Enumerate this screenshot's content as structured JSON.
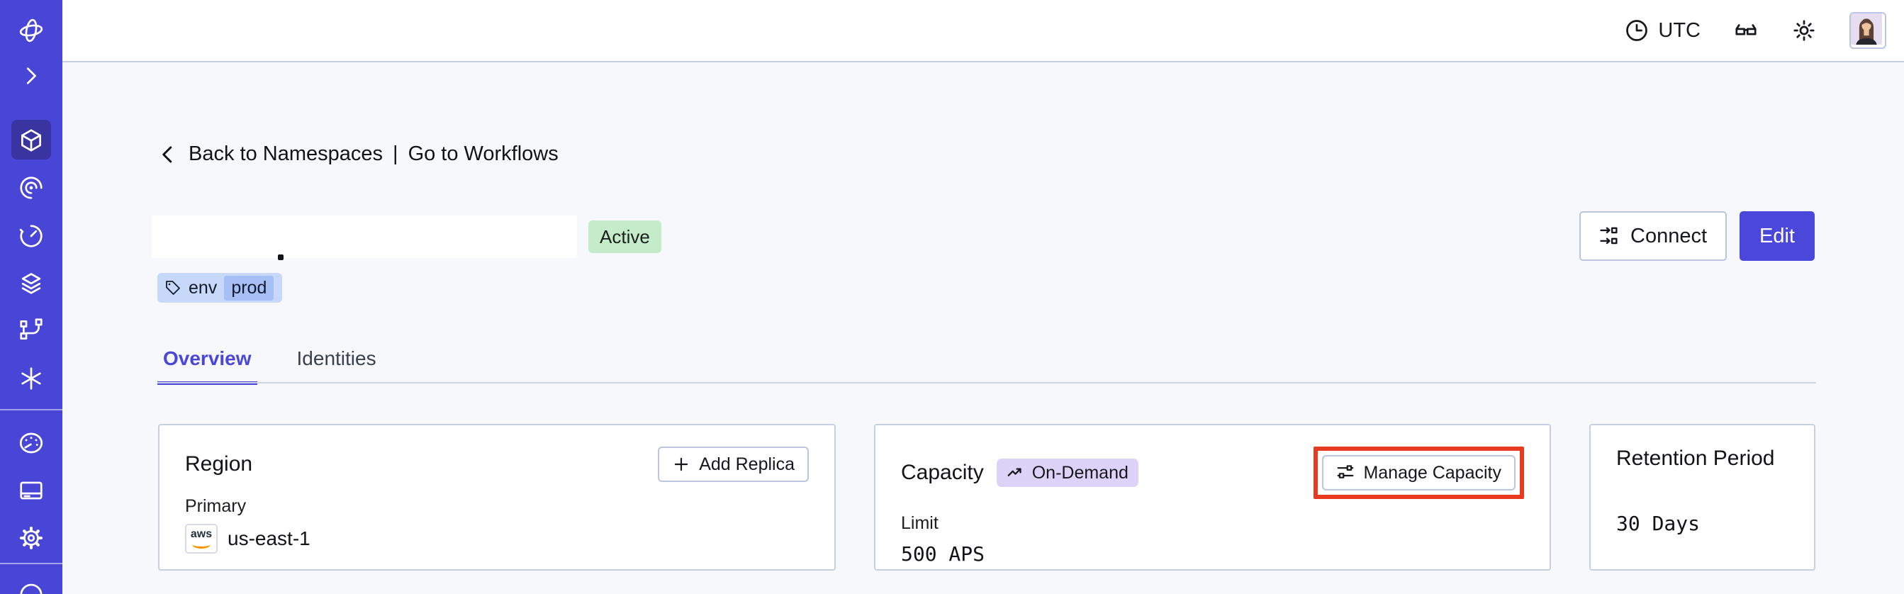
{
  "topbar": {
    "timezone": "UTC",
    "icons": [
      "clock-icon",
      "glasses-icon",
      "brightness-icon",
      "user-avatar"
    ]
  },
  "sidebar": {
    "icons": [
      "temporal-logo",
      "expand-chevron-icon",
      "namespaces-icon",
      "workflows-icon",
      "schedules-icon",
      "deployments-icon",
      "batch-operations-icon",
      "nexus-icon",
      "usage-icon",
      "billing-icon",
      "settings-icon",
      "help-icon"
    ],
    "active_item": "namespaces"
  },
  "breadcrumb": {
    "back_label": "Back to Namespaces",
    "separator": "|",
    "workflows_label": "Go to Workflows"
  },
  "header": {
    "status_badge": "Active",
    "tag": {
      "key": "env",
      "value": "prod"
    },
    "connect_button": "Connect",
    "edit_button": "Edit"
  },
  "tabs": {
    "overview": "Overview",
    "identities": "Identities"
  },
  "cards": {
    "region": {
      "title": "Region",
      "add_replica_button": "Add Replica",
      "primary_label": "Primary",
      "provider_label": "aws",
      "value": "us-east-1"
    },
    "capacity": {
      "title": "Capacity",
      "badge": "On-Demand",
      "manage_button": "Manage Capacity",
      "limit_label": "Limit",
      "value": "500 APS"
    },
    "retention": {
      "title": "Retention Period",
      "value": "30 Days"
    }
  },
  "colors": {
    "sidebar_bg": "#4945d6",
    "sidebar_active_bg": "#39349f",
    "accent_indigo": "#4b47da",
    "active_badge_bg": "#c4ebca",
    "tag_bg": "#c8d8fb",
    "tag_value_bg": "#a6bff5",
    "on_demand_bg": "#ddd3f8",
    "annotation_red": "#e83a20",
    "content_bg": "#f7f8fc",
    "card_border": "#c8cfe2",
    "aws_orange": "#f79400"
  }
}
